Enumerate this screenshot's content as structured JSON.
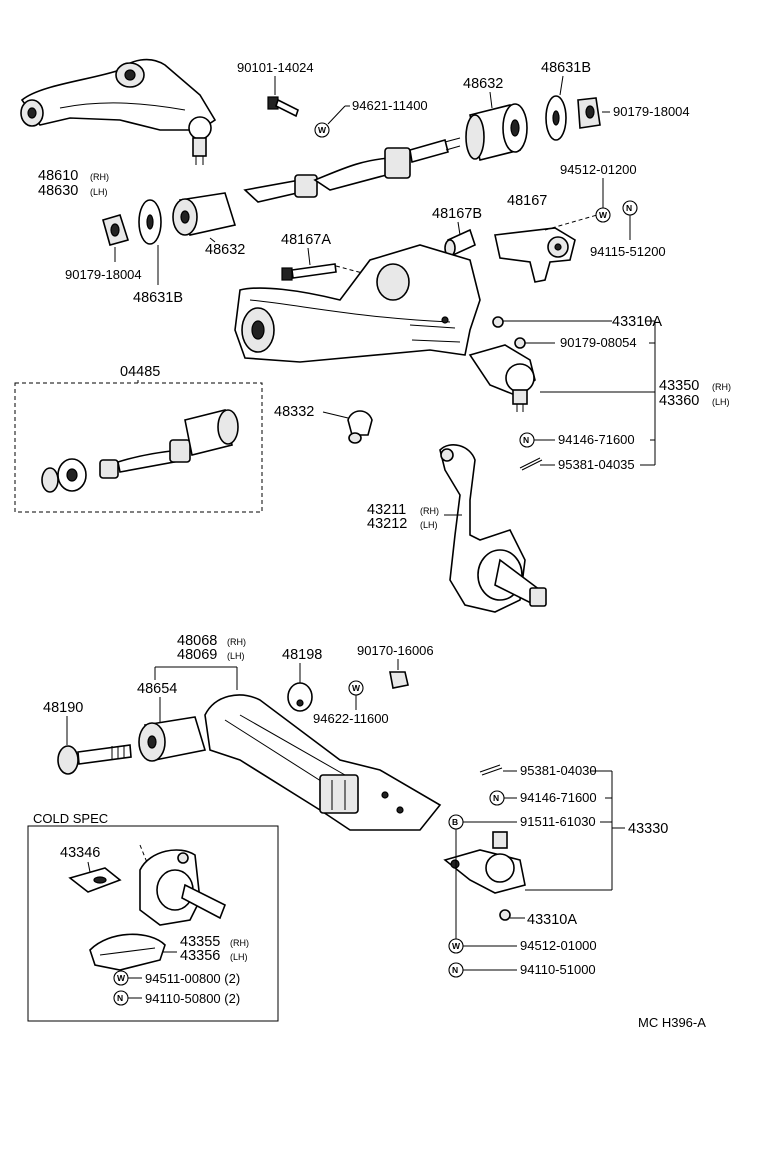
{
  "diagram_code": "MC  H396-A",
  "cold_spec_title": "COLD  SPEC",
  "washer_symbol": "W",
  "nut_symbol": "N",
  "bolt_symbol": "B",
  "labels": {
    "p48610": "48610",
    "p48630": "48630",
    "rh": "(RH)",
    "lh": "(LH)",
    "p90101": "90101-14024",
    "p94621": "94621-11400",
    "p48632a": "48632",
    "p48631b_a": "48631B",
    "p90179_18004a": "90179-18004",
    "p94512_01200": "94512-01200",
    "p48167b": "48167B",
    "p48167": "48167",
    "p94115": "94115-51200",
    "p90179_18004b": "90179-18004",
    "p48632b": "48632",
    "p48631b_b": "48631B",
    "p48167a": "48167A",
    "p43310a_a": "43310A",
    "p90179_08054": "90179-08054",
    "p43350": "43350",
    "p43360": "43360",
    "p94146_a": "94146-71600",
    "p95381_04035": "95381-04035",
    "p04485": "04485",
    "p48332": "48332",
    "p43211": "43211",
    "p43212": "43212",
    "p48068": "48068",
    "p48069": "48069",
    "p48198": "48198",
    "p90170": "90170-16006",
    "p48654": "48654",
    "p94622": "94622-11600",
    "p48190": "48190",
    "p95381_04030": "95381-04030",
    "p94146_b": "94146-71600",
    "p91511": "91511-61030",
    "p43330": "43330",
    "p43310a_b": "43310A",
    "p94512_01000": "94512-01000",
    "p94110_51000": "94110-51000",
    "p43346": "43346",
    "p43355": "43355",
    "p43356": "43356",
    "p94511": "94511-00800 (2)",
    "p94110_50800": "94110-50800 (2)"
  }
}
